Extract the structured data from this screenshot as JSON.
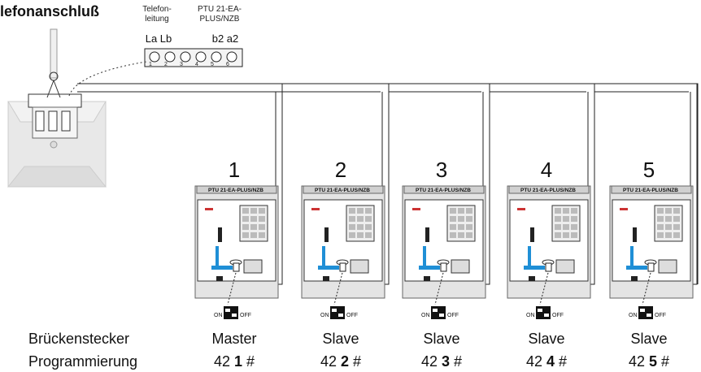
{
  "title": "lefonanschluß",
  "terminal_block": {
    "label_left": "Telefon-\nleitung",
    "label_left_line1": "Telefon-",
    "label_left_line2": "leitung",
    "label_right_line1": "PTU 21-EA-",
    "label_right_line2": "PLUS/NZB",
    "pins_left": "La Lb",
    "pins_right": "b2 a2",
    "terminal_numbers": [
      "1",
      "2",
      "3",
      "4",
      "5",
      "6"
    ]
  },
  "row_labels": {
    "bridge": "Brückenstecker",
    "programming": "Programmierung"
  },
  "switch_labels": {
    "on": "ON",
    "off": "OFF"
  },
  "device_label": "PTU 21-EA-PLUS/NZB",
  "devices": [
    {
      "number": "1",
      "role": "Master",
      "code_prefix": "42",
      "code_digit": "1",
      "code_suffix": "#"
    },
    {
      "number": "2",
      "role": "Slave",
      "code_prefix": "42",
      "code_digit": "2",
      "code_suffix": "#"
    },
    {
      "number": "3",
      "role": "Slave",
      "code_prefix": "42",
      "code_digit": "3",
      "code_suffix": "#"
    },
    {
      "number": "4",
      "role": "Slave",
      "code_prefix": "42",
      "code_digit": "4",
      "code_suffix": "#"
    },
    {
      "number": "5",
      "role": "Slave",
      "code_prefix": "42",
      "code_digit": "5",
      "code_suffix": "#"
    }
  ],
  "colors": {
    "line": "#1a1a1a",
    "panel": "#e4e4e4",
    "accent": "#1f8fd6",
    "socket": "#ededed"
  }
}
